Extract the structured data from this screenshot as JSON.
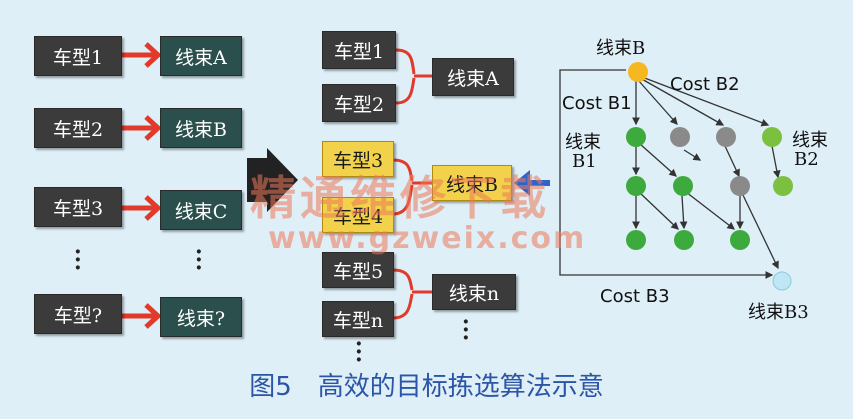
{
  "left": {
    "models": [
      "车型1",
      "车型2",
      "车型3",
      "车型?"
    ],
    "harnesses": [
      "线束A",
      "线束B",
      "线束C",
      "线束?"
    ]
  },
  "middle": {
    "models": [
      "车型1",
      "车型2",
      "车型3",
      "车型4",
      "车型5",
      "车型n"
    ],
    "harnesses": [
      "线束A",
      "线束B",
      "线束n"
    ]
  },
  "tree": {
    "root": "线束B",
    "cost_b1": "Cost B1",
    "cost_b2": "Cost B2",
    "cost_b3": "Cost B3",
    "node_b1": "线束\nB1",
    "node_b1_line1": "线束",
    "node_b1_line2": "B1",
    "node_b2_line1": "线束",
    "node_b2_line2": "B2",
    "node_b3": "线束B3"
  },
  "watermark": {
    "cn": "精通维修下载",
    "url": "www.gzweix.com"
  },
  "caption": "图5　高效的目标拣选算法示意",
  "colors": {
    "red_arrow": "#e23a2a",
    "dark_box": "#3b3b3b",
    "teal_box": "#2a4f4c",
    "highlight_box": "#f1d24a",
    "node_green": "#3caa3c",
    "node_gray": "#8a8a8a",
    "node_root": "#f5b820",
    "node_end": "#bfe6f5",
    "caption": "#2c55a8"
  }
}
